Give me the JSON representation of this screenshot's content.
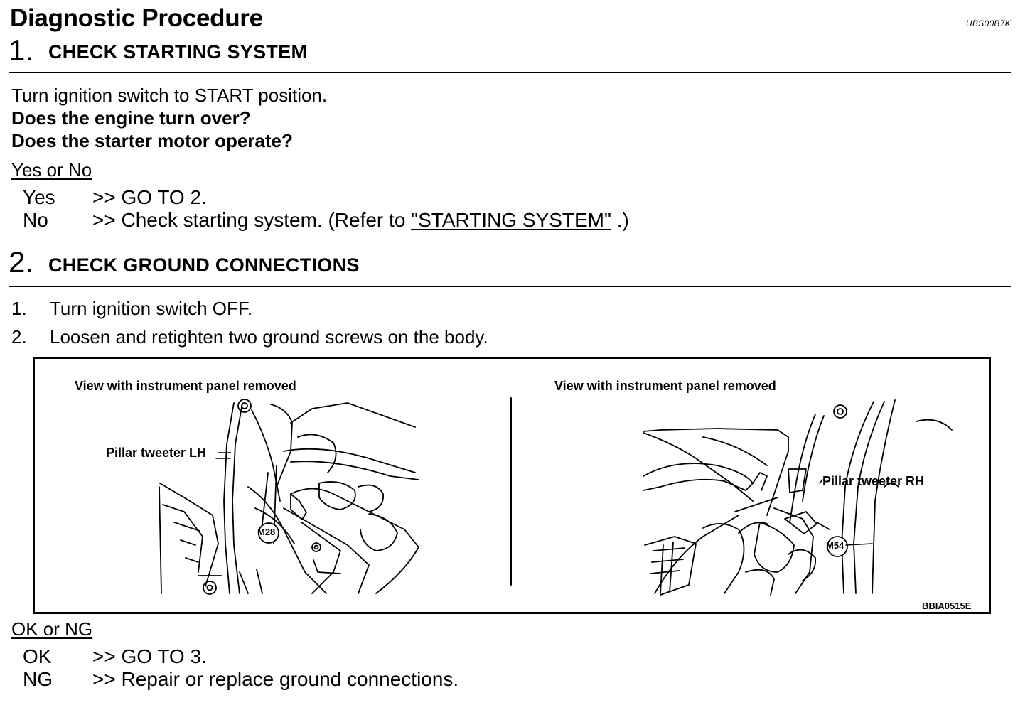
{
  "header": {
    "title": "Diagnostic Procedure",
    "doc_code": "UBS00B7K"
  },
  "step1": {
    "number": "1.",
    "title": "CHECK STARTING SYSTEM",
    "instruction": "Turn ignition switch to START position.",
    "question1": "Does the engine turn over?",
    "question2": "Does the starter motor operate?",
    "choice_heading": "Yes or No",
    "options": [
      {
        "key": "Yes",
        "action": ">> GO TO 2."
      },
      {
        "key": "No",
        "action_prefix": ">> Check starting system. (Refer to ",
        "link": "\"STARTING SYSTEM\"",
        "action_suffix": " .)"
      }
    ]
  },
  "step2": {
    "number": "2.",
    "title": "CHECK GROUND CONNECTIONS",
    "substeps": [
      {
        "num": "1.",
        "text": "Turn ignition switch OFF."
      },
      {
        "num": "2.",
        "text": "Loosen and retighten two ground screws on the body."
      }
    ],
    "figure": {
      "left_caption": "View with instrument panel removed",
      "right_caption": "View with instrument panel removed",
      "left_callout": "Pillar tweeter LH",
      "right_callout": "Pillar tweeter RH",
      "left_connector": "M28",
      "right_connector": "M54",
      "figure_id": "BBIA0515E"
    },
    "choice_heading": "OK or NG",
    "options": [
      {
        "key": "OK",
        "action": ">> GO TO 3."
      },
      {
        "key": "NG",
        "action": ">> Repair or replace ground connections."
      }
    ]
  }
}
